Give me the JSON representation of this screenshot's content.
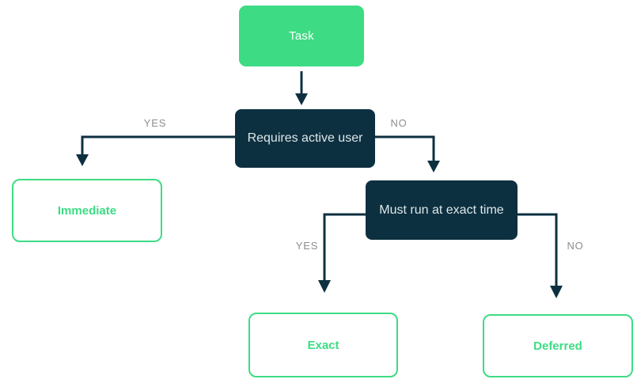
{
  "diagram": {
    "colors": {
      "node_fill_green": "#3ddc84",
      "node_fill_navy": "#0d3040",
      "connector_line": "#0d3040",
      "edge_label_gray": "#8e8e8e",
      "navy_node_text": "#dde7ea",
      "green_node_text": "#ffffff"
    },
    "nodes": {
      "task": {
        "label": "Task"
      },
      "requires_active_user": {
        "label": "Requires active user"
      },
      "immediate": {
        "label": "Immediate"
      },
      "must_run_at_exact_time": {
        "label": "Must run at exact time"
      },
      "exact": {
        "label": "Exact"
      },
      "deferred": {
        "label": "Deferred"
      }
    },
    "edge_labels": {
      "requires_yes": "YES",
      "requires_no": "NO",
      "exact_yes": "YES",
      "exact_no": "NO"
    }
  }
}
